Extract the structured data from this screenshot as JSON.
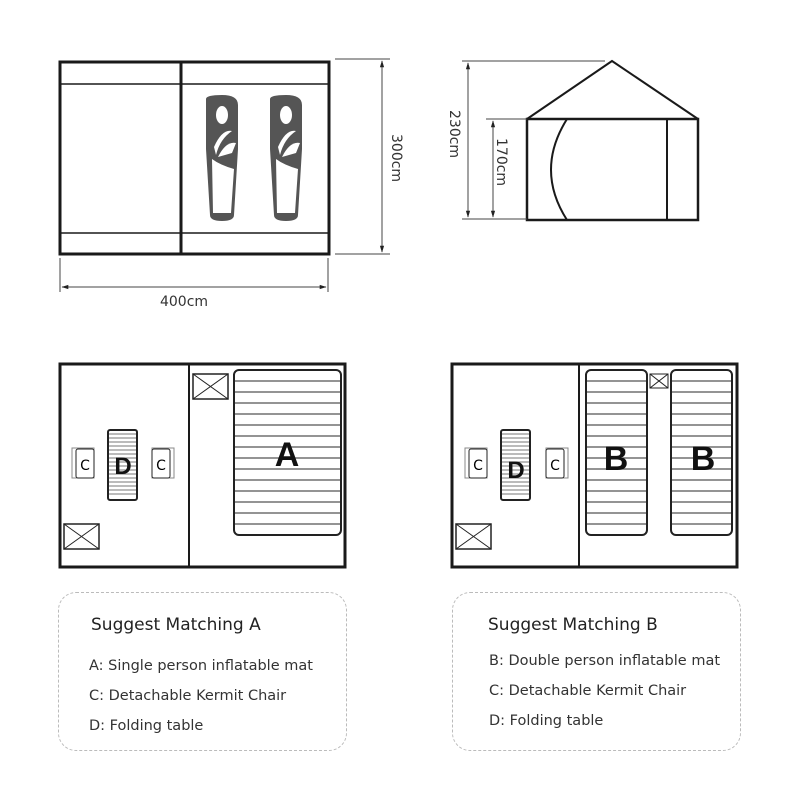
{
  "dimensions": {
    "width": "400cm",
    "depth": "300cm",
    "total_height": "230cm",
    "wall_height": "170cm"
  },
  "floorplan_a": {
    "table_label": "D",
    "chair_label": "C",
    "mat_label": "A"
  },
  "floorplan_b": {
    "table_label": "D",
    "chair_label": "C",
    "mat_label": "B"
  },
  "cards": [
    {
      "title": "Suggest Matching  A",
      "lines": [
        "A: Single person inflatable mat",
        "C: Detachable Kermit Chair",
        "D: Folding table"
      ]
    },
    {
      "title": "Suggest Matching  B",
      "lines": [
        "B: Double person inflatable mat",
        "C: Detachable Kermit Chair",
        "D: Folding table"
      ]
    }
  ],
  "colors": {
    "line": "#1a1a1a",
    "bag": "#555555",
    "dashed": "#bbbbbb"
  }
}
